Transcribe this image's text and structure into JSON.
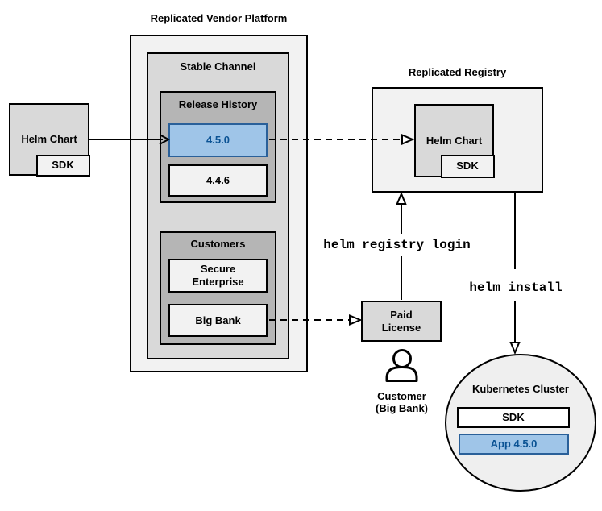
{
  "diagram": {
    "vendor_box": {
      "label": "Helm Chart",
      "sdk_label": "SDK"
    },
    "platform": {
      "title": "Replicated Vendor Platform",
      "stable_channel": {
        "title": "Stable Channel",
        "release_history": {
          "title": "Release History",
          "releases": [
            {
              "version": "4.5.0",
              "highlighted": true
            },
            {
              "version": "4.4.6",
              "highlighted": false
            }
          ]
        },
        "customers": {
          "title": "Customers",
          "items": [
            {
              "name": "Secure\nEnterprise"
            },
            {
              "name": "Big Bank"
            }
          ]
        }
      }
    },
    "registry": {
      "title": "Replicated Registry",
      "helm_chart": "Helm Chart",
      "sdk_label": "SDK"
    },
    "paid_license": {
      "label": "Paid\nLicense"
    },
    "customer": {
      "label": "Customer\n(Big Bank)"
    },
    "commands": {
      "registry_login": "helm registry login",
      "install": "helm install"
    },
    "cluster": {
      "title": "Kubernetes Cluster",
      "sdk": "SDK",
      "app": "App 4.5.0"
    },
    "colors": {
      "light_gray": "#f2f2f2",
      "mid_gray": "#d9d9d9",
      "dark_gray": "#b5b5b5",
      "blue_fill": "#9fc5e8",
      "blue_border": "#2a6099",
      "blue_text": "#0b5394",
      "circle_fill": "#efefef",
      "white": "#ffffff"
    }
  }
}
